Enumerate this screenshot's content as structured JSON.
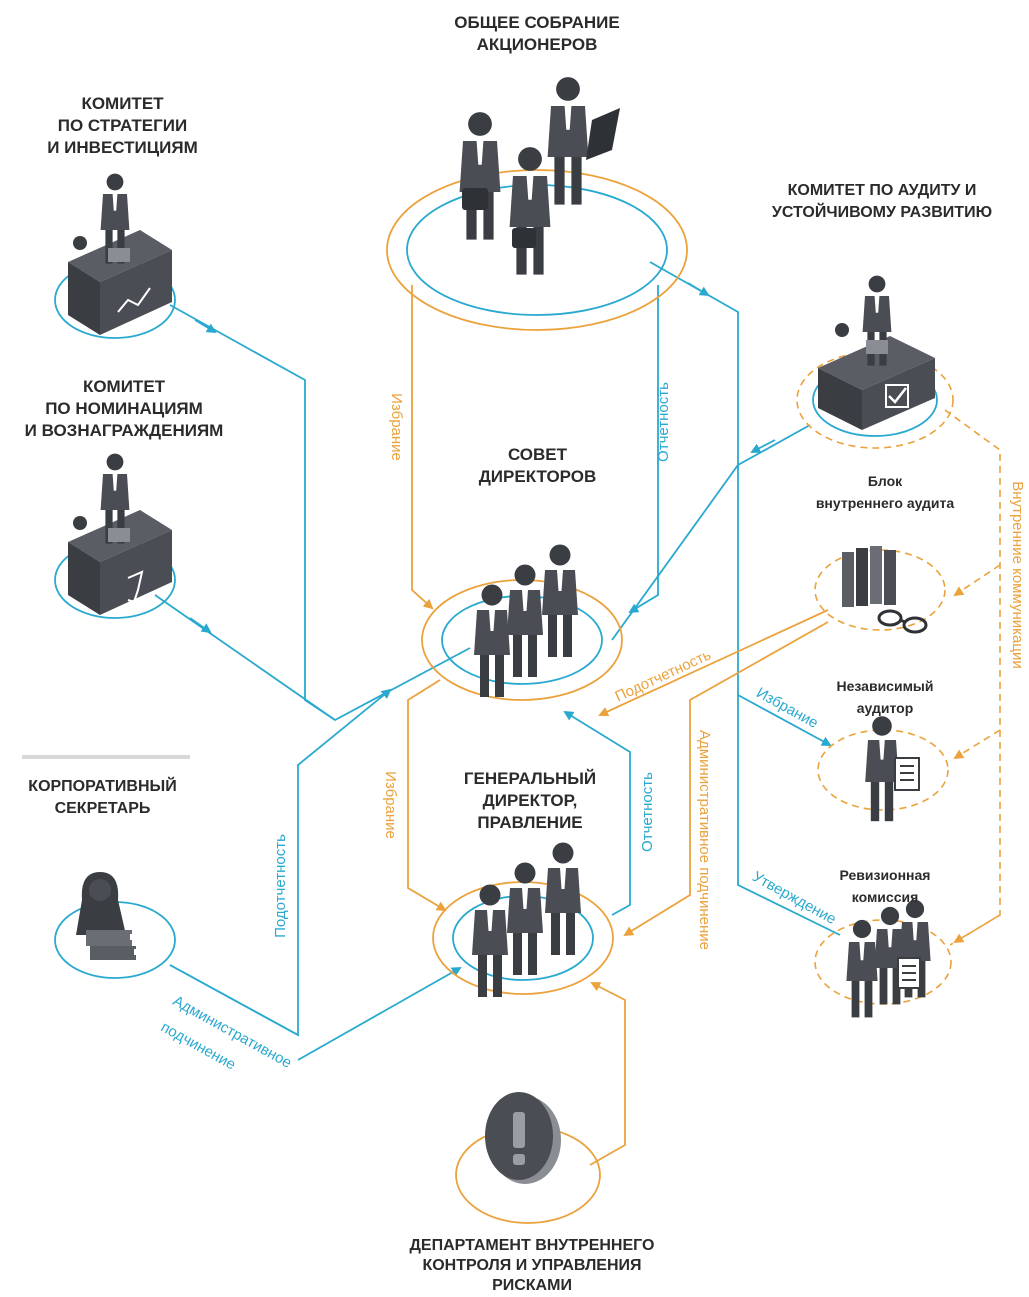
{
  "colors": {
    "blue": "#29a9cf",
    "orange": "#eba23c",
    "dark": "#3a3d42",
    "mid": "#6a6e74",
    "light": "#9a9ea4",
    "text": "#2b2b2b"
  },
  "nodes": {
    "shareholders": "ОБЩЕЕ СОБРАНИЕ\nАКЦИОНЕРОВ",
    "strategy_committee": "КОМИТЕТ\nПО СТРАТЕГИИ\nИ ИНВЕСТИЦИЯМ",
    "nomination_committee": "КОМИТЕТ\nПО НОМИНАЦИЯМ\nИ ВОЗНАГРАЖДЕНИЯМ",
    "audit_committee": "КОМИТЕТ ПО АУДИТУ И\nУСТОЙЧИВОМУ РАЗВИТИЮ",
    "board": "СОВЕТ\nДИРЕКТОРОВ",
    "internal_audit": "Блок\nвнутреннего аудита",
    "independent_auditor": "Независимый\nаудитор",
    "ceo_board": "ГЕНЕРАЛЬНЫЙ\nДИРЕКТОР,\nПРАВЛЕНИЕ",
    "revision_commission": "Ревизионная\nкомиссия",
    "corporate_secretary": "КОРПОРАТИВНЫЙ\nСЕКРЕТАРЬ",
    "risk_department": "ДЕПАРТАМЕНТ ВНУТРЕННЕГО\nКОНТРОЛЯ И УПРАВЛЕНИЯ\nРИСКАМИ"
  },
  "flows": {
    "election_1": "Избрание",
    "reporting_1": "Отчетность",
    "accountability_1": "Подотчетность",
    "election_2": "Избрание",
    "reporting_2": "Отчетность",
    "admin_sub_1": "Административное подчинение",
    "accountability_2": "Подотчетность",
    "admin_sub_2a": "Административное",
    "admin_sub_2b": "подчинение",
    "election_auditor": "Избрание",
    "approval": "Утверждение",
    "internal_comms": "Внутренние коммуникации"
  }
}
